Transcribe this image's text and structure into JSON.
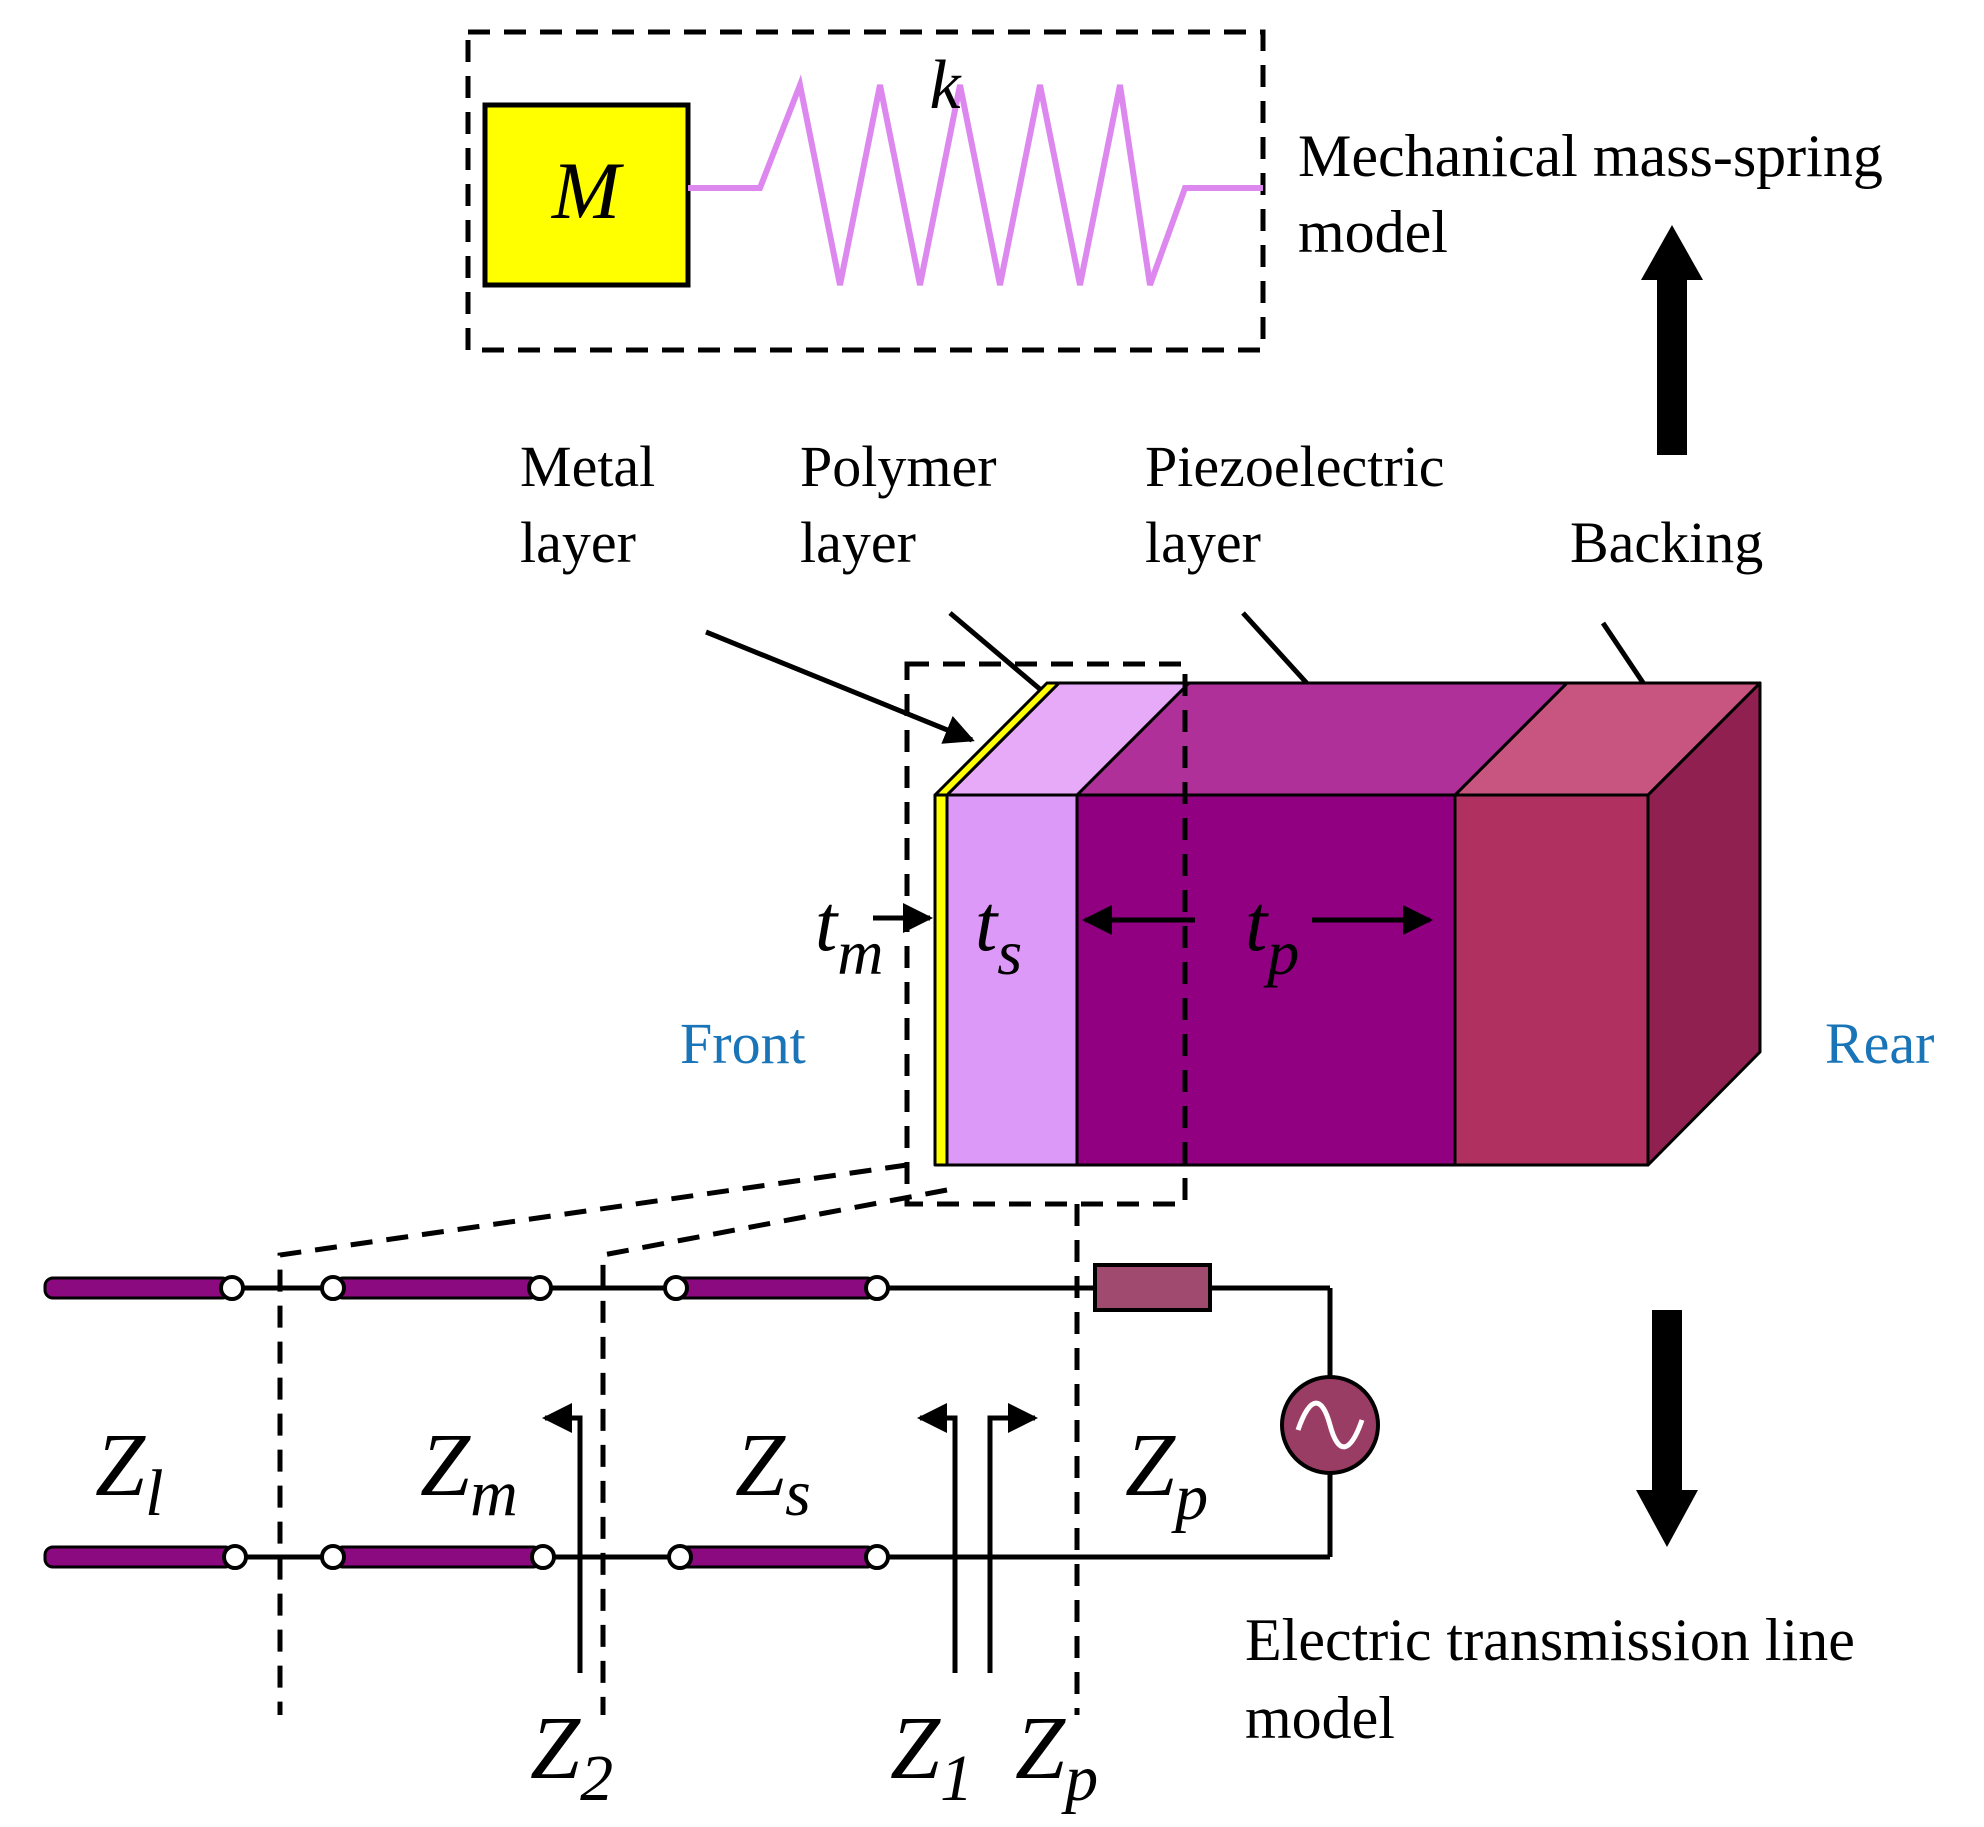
{
  "mass_spring": {
    "mass_label": "M",
    "spring_label": "k",
    "caption_line1": "Mechanical mass-spring",
    "caption_line2": "model"
  },
  "layers": {
    "metal_line1": "Metal",
    "metal_line2": "layer",
    "polymer_line1": "Polymer",
    "polymer_line2": "layer",
    "piezo_line1": "Piezoelectric",
    "piezo_line2": "layer",
    "backing": "Backing"
  },
  "thickness": {
    "tm": "t",
    "tm_sub": "m",
    "ts": "t",
    "ts_sub": "s",
    "tp": "t",
    "tp_sub": "p"
  },
  "sides": {
    "front": "Front",
    "rear": "Rear"
  },
  "transmission": {
    "zl": "Z",
    "zl_sub": "l",
    "zm": "Z",
    "zm_sub": "m",
    "zs": "Z",
    "zs_sub": "s",
    "zp": "Z",
    "zp_sub": "p",
    "z2": "Z",
    "z2_sub": "2",
    "z1": "Z",
    "z1_sub": "1",
    "zp_bottom": "Z",
    "zp_bottom_sub": "p",
    "caption_line1": "Electric transmission line",
    "caption_line2": "model"
  },
  "colors": {
    "mass": "#ffff00",
    "spring": "#dd88ee",
    "metal": "#ffff00",
    "polymer_front": "#dd99f7",
    "polymer_top": "#e6aaf8",
    "piezo_front": "#900080",
    "piezo_top": "#b0309a",
    "backing_front": "#b03060",
    "backing_top": "#c85580",
    "backing_side": "#902050",
    "line_segment": "#8b0a80",
    "resistor": "#a04a70",
    "source": "#9a3d65",
    "side_text": "#1a75b8"
  }
}
